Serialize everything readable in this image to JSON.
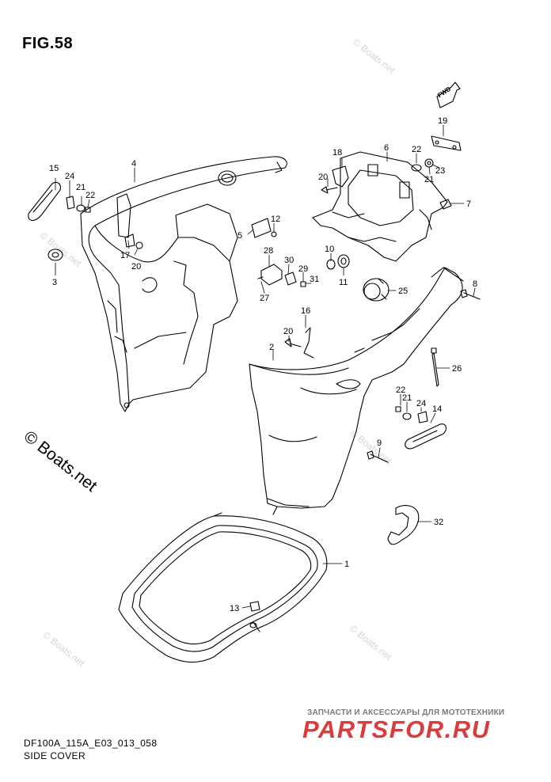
{
  "figure": {
    "title": "FIG.58",
    "fwd_label": "FWD",
    "code": "DF100A_115A_E03_013_058",
    "name": "SIDE COVER"
  },
  "watermarks": {
    "large": "© Boats.net",
    "small": "© Boats.net"
  },
  "branding": {
    "subtitle": "ЗАПЧАСТИ И АКСЕССУАРЫ ДЛЯ МОТОТЕХНИКИ",
    "logo": "PARTSFOR.RU"
  },
  "callouts": {
    "n1": "1",
    "n2": "2",
    "n3": "3",
    "n4": "4",
    "n5": "5",
    "n6": "6",
    "n7": "7",
    "n8": "8",
    "n9": "9",
    "n10": "10",
    "n11": "11",
    "n12": "12",
    "n13": "13",
    "n14": "14",
    "n15": "15",
    "n16": "16",
    "n17": "17",
    "n18": "18",
    "n19": "19",
    "n20a": "20",
    "n20b": "20",
    "n20c": "20",
    "n21a": "21",
    "n21b": "21",
    "n21c": "21",
    "n22a": "22",
    "n22b": "22",
    "n22c": "22",
    "n23": "23",
    "n24a": "24",
    "n24b": "24",
    "n25": "25",
    "n26": "26",
    "n27": "27",
    "n28": "28",
    "n29": "29",
    "n30": "30",
    "n31": "31",
    "n32": "32"
  },
  "colors": {
    "line": "#000000",
    "watermark": "#d4d4d4",
    "brand": "#d93c3c"
  }
}
